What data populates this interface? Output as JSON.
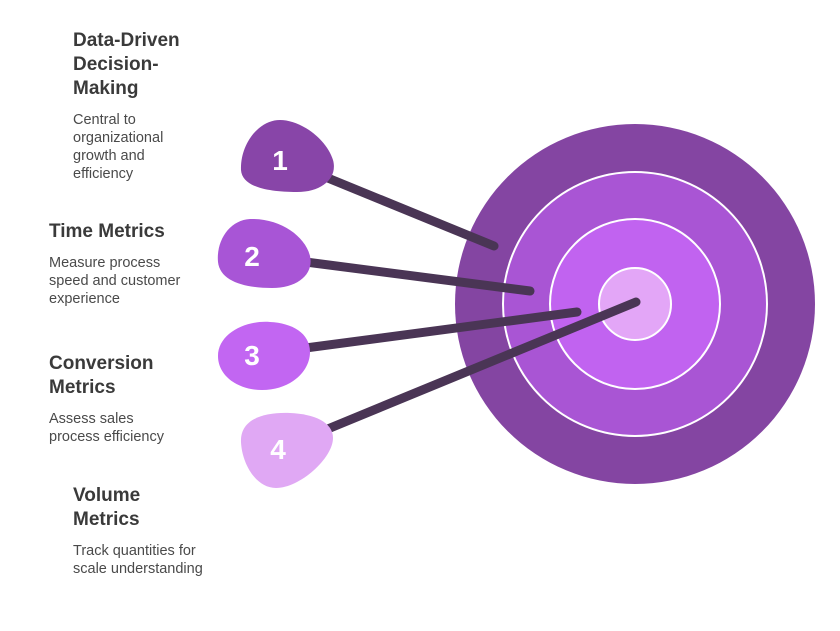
{
  "items": [
    {
      "number": "1",
      "title": "Data-Driven\nDecision-\nMaking",
      "description": "Central to\norganizational\ngrowth and\nefficiency",
      "color": "#8845A8"
    },
    {
      "number": "2",
      "title": "Time Metrics",
      "description": "Measure process\nspeed and customer\nexperience",
      "color": "#A855D6"
    },
    {
      "number": "3",
      "title": "Conversion\nMetrics",
      "description": "Assess sales\nprocess efficiency",
      "color": "#C266F2"
    },
    {
      "number": "4",
      "title": "Volume\nMetrics",
      "description": "Track quantities for\nscale understanding",
      "color": "#E0A8F4"
    }
  ],
  "target": {
    "ring_colors": [
      "#8445A2",
      "#A955D4",
      "#C163F0",
      "#E3A6F7"
    ],
    "outline_color": "#ffffff"
  },
  "arrow_color": "#4A3555"
}
